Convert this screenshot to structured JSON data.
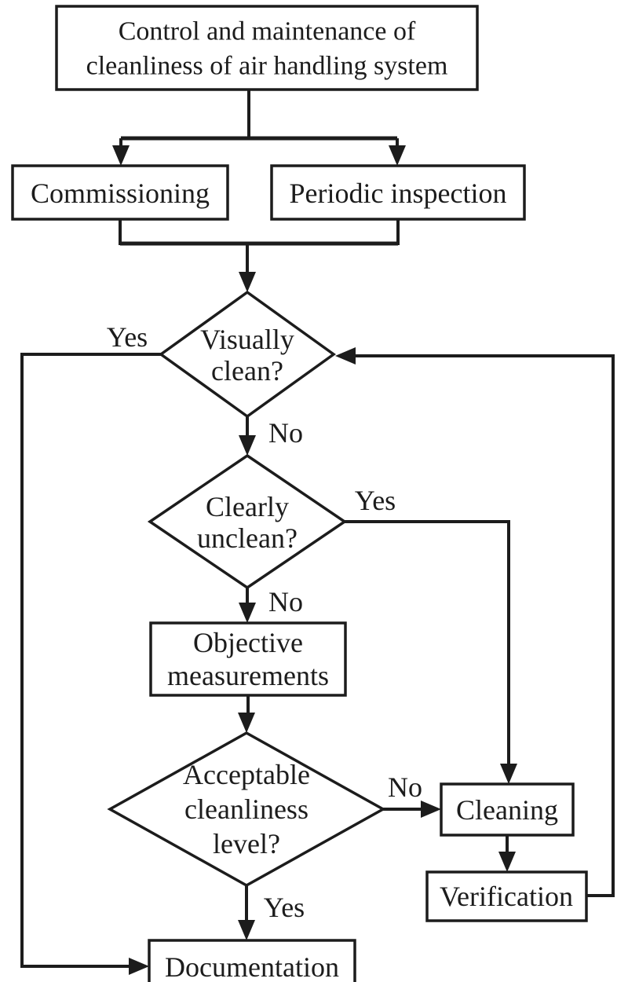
{
  "diagram": {
    "type": "flowchart",
    "nodes": {
      "control": {
        "line1": "Control and maintenance of",
        "line2": "cleanliness of air handling system"
      },
      "commissioning": {
        "label": "Commissioning"
      },
      "periodic_inspection": {
        "label": "Periodic inspection"
      },
      "visually_clean": {
        "line1": "Visually",
        "line2": "clean?"
      },
      "clearly_unclean": {
        "line1": "Clearly",
        "line2": "unclean?"
      },
      "objective_measurements": {
        "line1": "Objective",
        "line2": "measurements"
      },
      "acceptable_level": {
        "line1": "Acceptable",
        "line2": "cleanliness",
        "line3": "level?"
      },
      "cleaning": {
        "label": "Cleaning"
      },
      "verification": {
        "label": "Verification"
      },
      "documentation": {
        "label": "Documentation"
      }
    },
    "edge_labels": {
      "visually_clean_yes": "Yes",
      "visually_clean_no": "No",
      "clearly_unclean_yes": "Yes",
      "clearly_unclean_no": "No",
      "acceptable_level_no": "No",
      "acceptable_level_yes": "Yes"
    }
  },
  "colors": {
    "line": "#1c1c1c",
    "text": "#1c1c1c",
    "node_fill": "#ffffff",
    "background": "#ffffff"
  }
}
